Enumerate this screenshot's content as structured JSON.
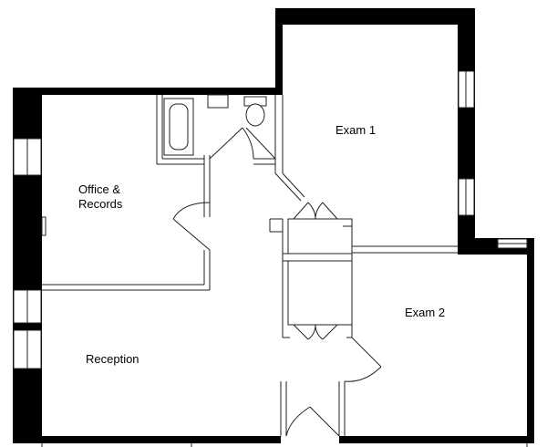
{
  "rooms": {
    "exam1": "Exam 1",
    "office_line1": "Office &",
    "office_line2": "Records",
    "exam2": "Exam 2",
    "reception": "Reception"
  },
  "colors": {
    "wall": "#000000",
    "line": "#222222",
    "background": "#ffffff"
  },
  "icons": [
    "bathtub-icon",
    "toilet-icon",
    "sink-icon"
  ]
}
